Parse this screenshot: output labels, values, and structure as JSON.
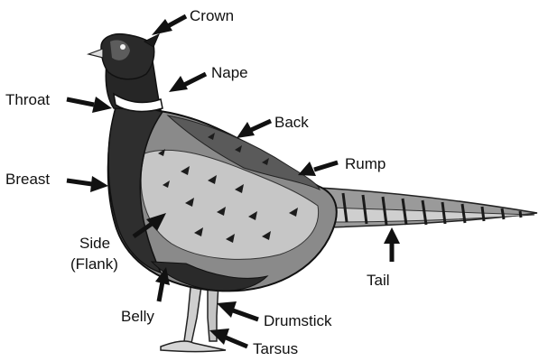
{
  "labels": {
    "crown": "Crown",
    "nape": "Nape",
    "throat": "Throat",
    "back": "Back",
    "rump": "Rump",
    "breast": "Breast",
    "side": "Side",
    "flank": "(Flank)",
    "tail": "Tail",
    "belly": "Belly",
    "drumstick": "Drumstick",
    "tarsus": "Tarsus"
  },
  "colors": {
    "background": "#ffffff",
    "ink": "#111111",
    "dark_plumage": "#2e2e2e",
    "mid_plumage": "#8a8a8a",
    "light_plumage": "#c4c4c4",
    "collar": "#ffffff"
  }
}
